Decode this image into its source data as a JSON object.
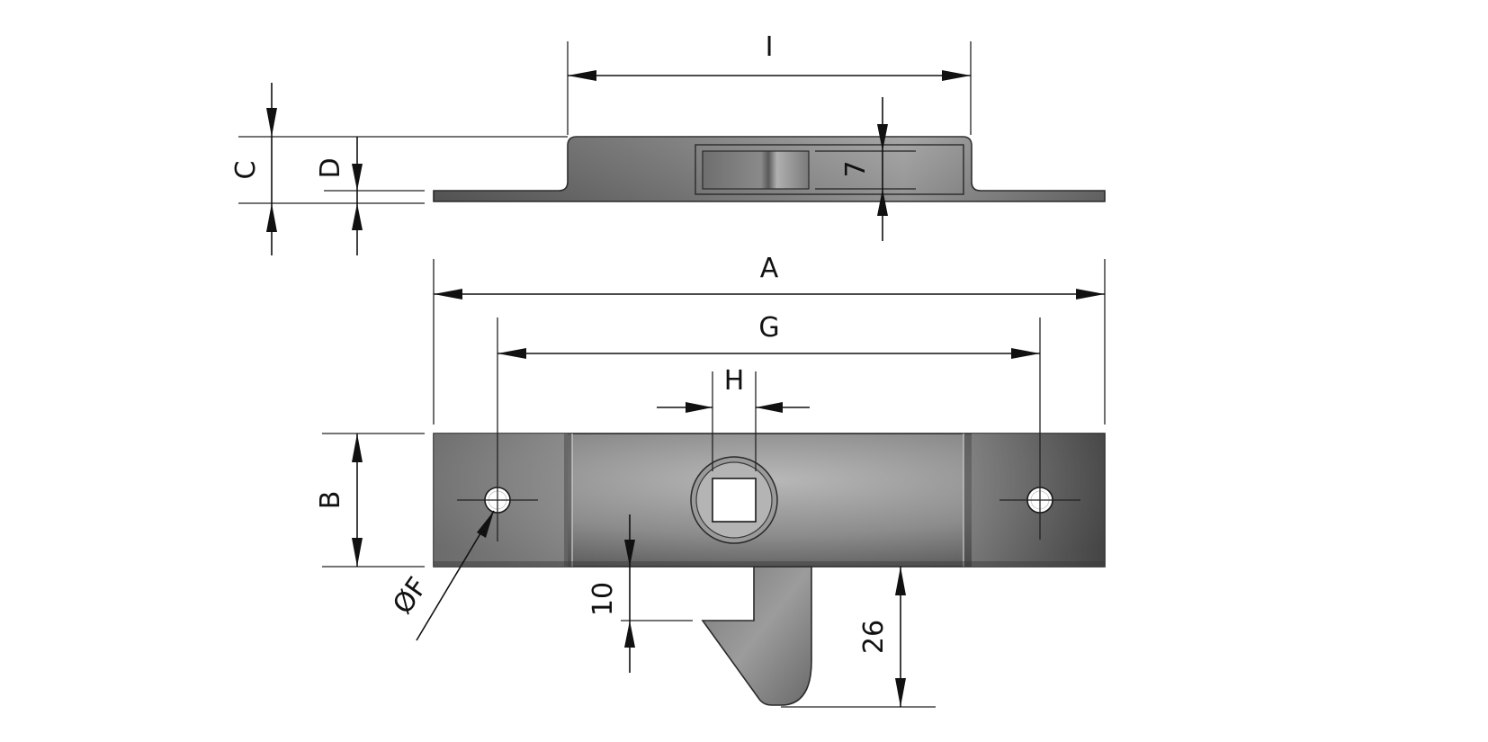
{
  "labels": {
    "I": "I",
    "C": "C",
    "D": "D",
    "seven": "7",
    "A": "A",
    "G": "G",
    "H": "H",
    "B": "B",
    "F": "ØF",
    "ten": "10",
    "twentysix": "26"
  },
  "colors": {
    "line": "#111111",
    "metal_dark": "#4a4a4a",
    "metal_mid": "#8a8a8a",
    "metal_light": "#b5b5b5",
    "background": "#ffffff"
  }
}
